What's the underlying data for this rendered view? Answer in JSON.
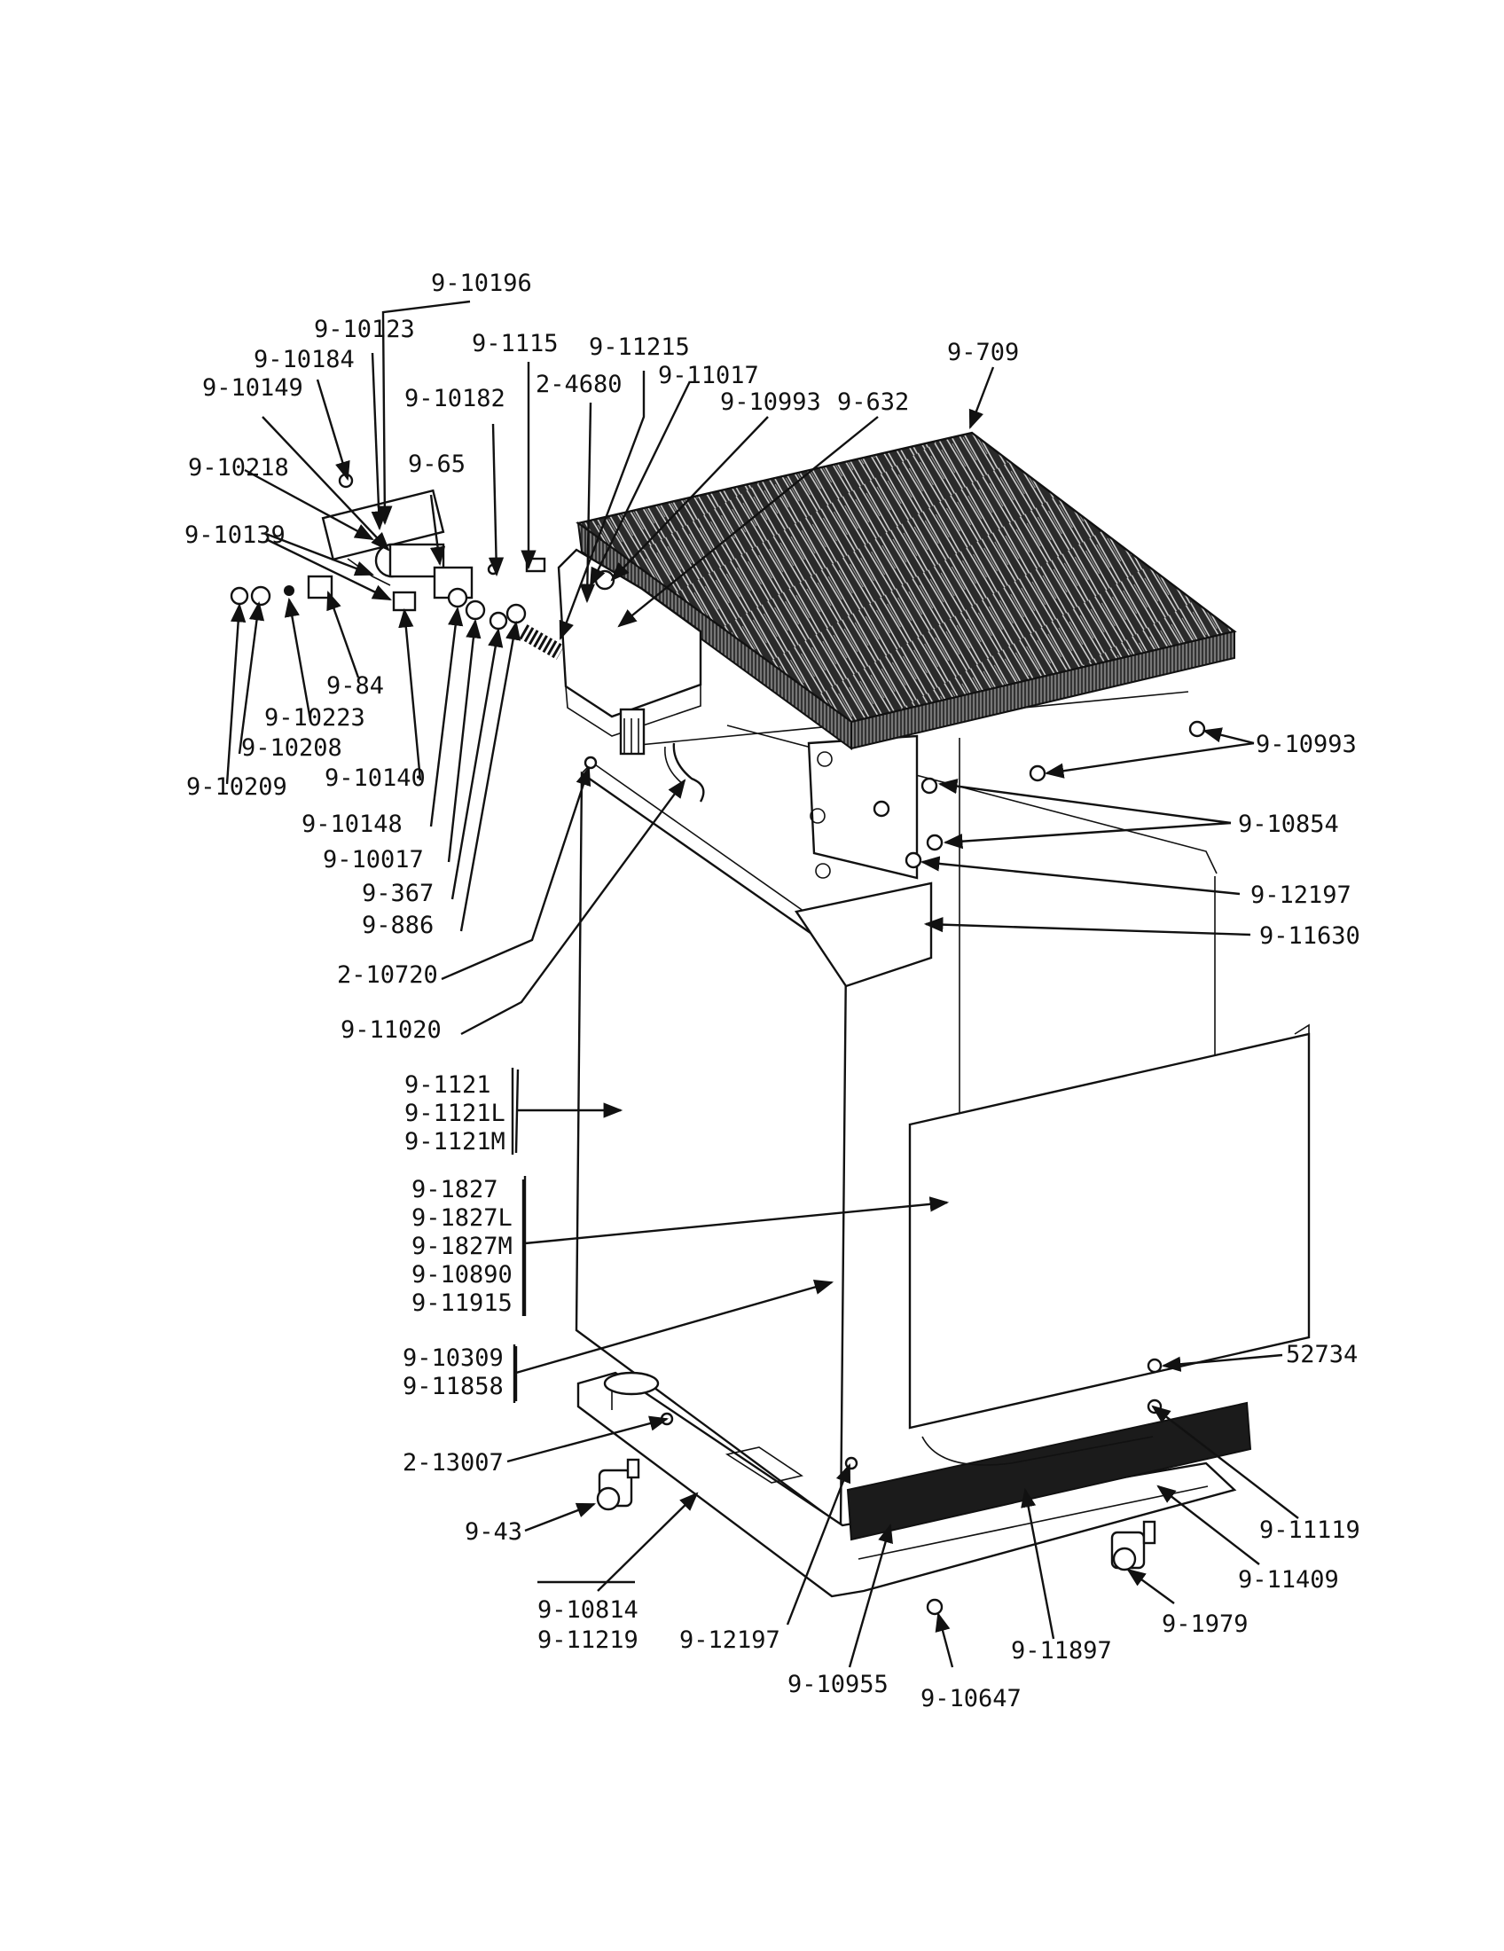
{
  "labels": {
    "l_10196": "9-10196",
    "l_10123": "9-10123",
    "l_10184": "9-10184",
    "l_10149": "9-10149",
    "l_1115": "9-1115",
    "l_11215": "9-11215",
    "l_11017": "9-11017",
    "l_10182": "9-10182",
    "l_4680": "2-4680",
    "l_10993a": "9-10993",
    "l_632": "9-632",
    "l_709": "9-709",
    "l_10218": "9-10218",
    "l_65": "9-65",
    "l_10139": "9-10139",
    "l_84": "9-84",
    "l_10223": "9-10223",
    "l_10208": "9-10208",
    "l_10209": "9-10209",
    "l_10140": "9-10140",
    "l_10148": "9-10148",
    "l_10017": "9-10017",
    "l_367": "9-367",
    "l_886": "9-886",
    "l_10720": "2-10720",
    "l_11020": "9-11020",
    "l_10993b": "9-10993",
    "l_10854": "9-10854",
    "l_12197a": "9-12197",
    "l_11630": "9-11630",
    "l_1121": "9-1121",
    "l_1121L": "9-1121L",
    "l_1121M": "9-1121M",
    "l_1827": "9-1827",
    "l_1827L": "9-1827L",
    "l_1827M": "9-1827M",
    "l_10890": "9-10890",
    "l_11915": "9-11915",
    "l_10309": "9-10309",
    "l_11858": "9-11858",
    "l_52734": "52734",
    "l_13007": "2-13007",
    "l_11119": "9-11119",
    "l_43": "9-43",
    "l_11409": "9-11409",
    "l_10814": "9-10814",
    "l_11219": "9-11219",
    "l_12197b": "9-12197",
    "l_1979": "9-1979",
    "l_11897": "9-11897",
    "l_10955": "9-10955",
    "l_10647": "9-10647"
  }
}
